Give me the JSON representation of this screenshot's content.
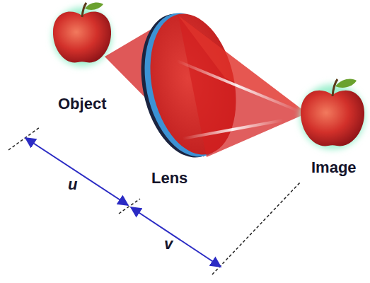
{
  "diagram": {
    "labels": [
      "Object",
      "Lens",
      "Image",
      "u",
      "v"
    ]
  }
}
